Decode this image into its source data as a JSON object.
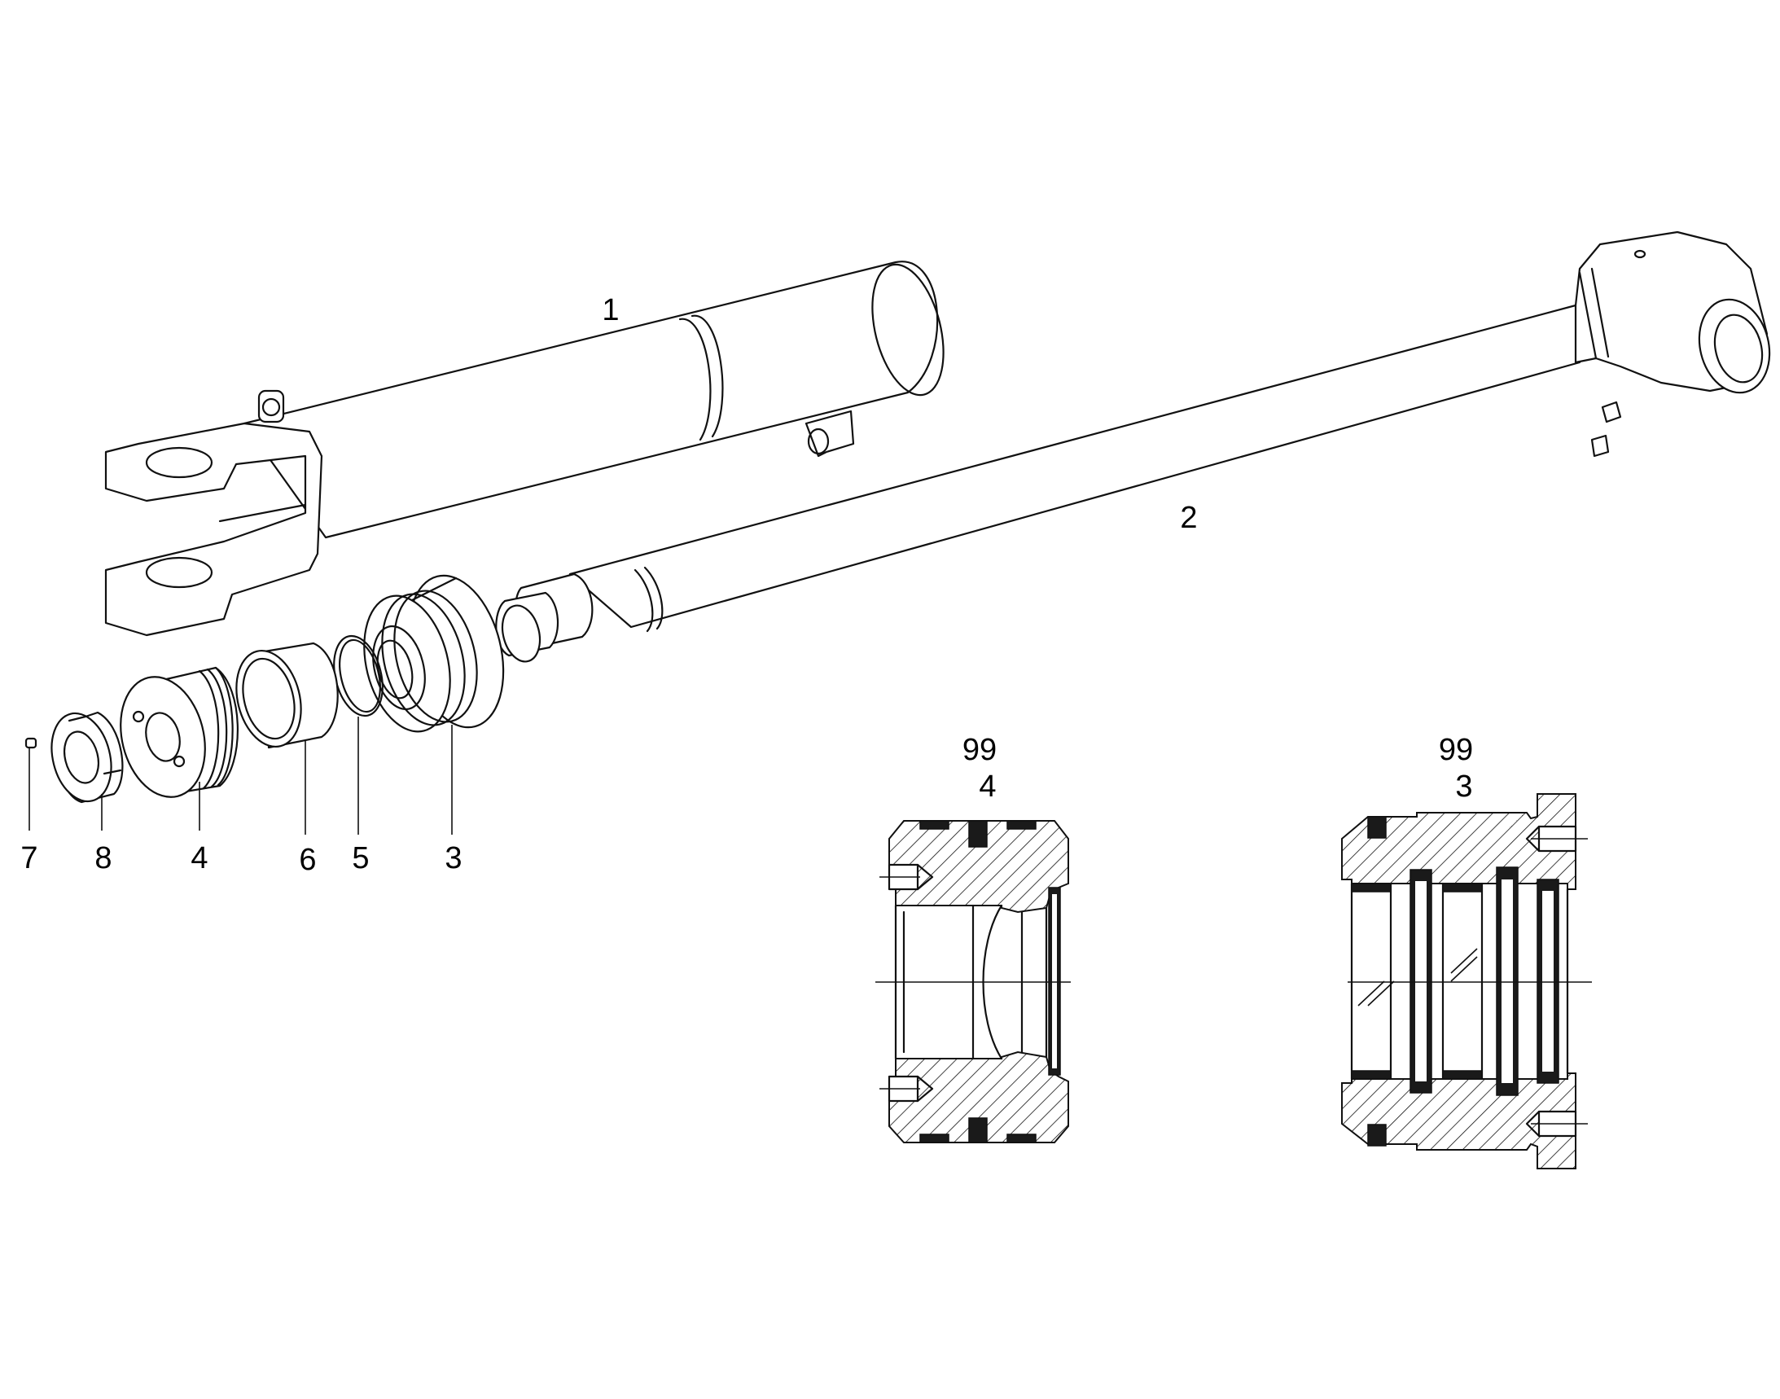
{
  "callouts": {
    "c1": "1",
    "c2": "2",
    "c3": "3",
    "c4": "4",
    "c5": "5",
    "c6": "6",
    "c7": "7",
    "c8": "8"
  },
  "sections": {
    "left": {
      "top": "99",
      "bottom": "4"
    },
    "right": {
      "top": "99",
      "bottom": "3"
    }
  }
}
